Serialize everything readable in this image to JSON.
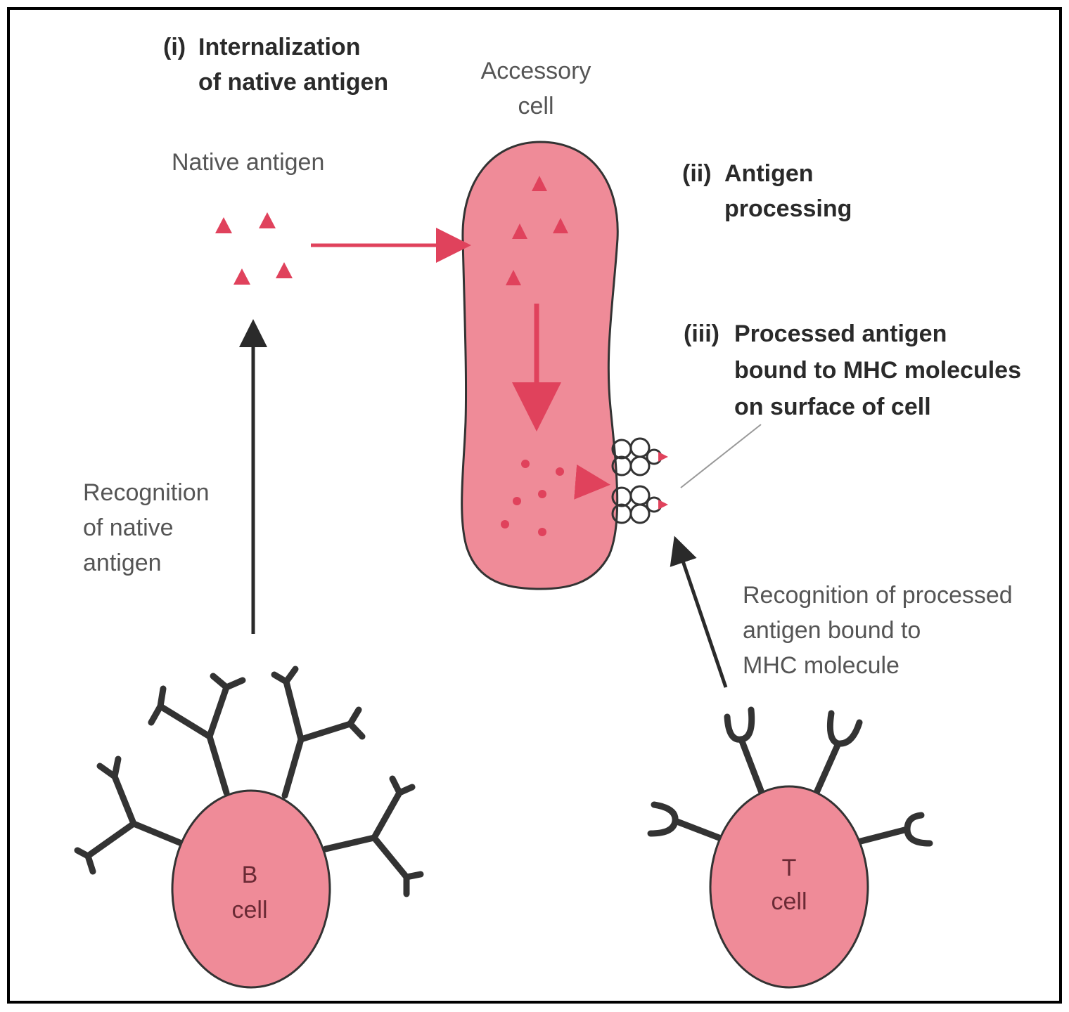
{
  "colors": {
    "cell_fill": "#ef8b98",
    "cell_stroke": "#333333",
    "antigen": "#e0425c",
    "arrow_red": "#e0425c",
    "arrow_dark": "#2a2a2a",
    "receptor": "#333333"
  },
  "labels": {
    "step1_num": "(i)",
    "step1_line1": "Internalization",
    "step1_line2": "of native antigen",
    "accessory_line1": "Accessory",
    "accessory_line2": "cell",
    "native_antigen": "Native antigen",
    "step2_num": "(ii)",
    "step2_line1": "Antigen",
    "step2_line2": "processing",
    "step3_num": "(iii)",
    "step3_line1": "Processed antigen",
    "step3_line2": "bound to MHC molecules",
    "step3_line3": "on surface of cell",
    "recog_native_line1": "Recognition",
    "recog_native_line2": "of native",
    "recog_native_line3": "antigen",
    "recog_proc_line1": "Recognition of processed",
    "recog_proc_line2": "antigen bound to",
    "recog_proc_line3": "MHC molecule",
    "bcell_line1": "B",
    "bcell_line2": "cell",
    "tcell_line1": "T",
    "tcell_line2": "cell"
  }
}
